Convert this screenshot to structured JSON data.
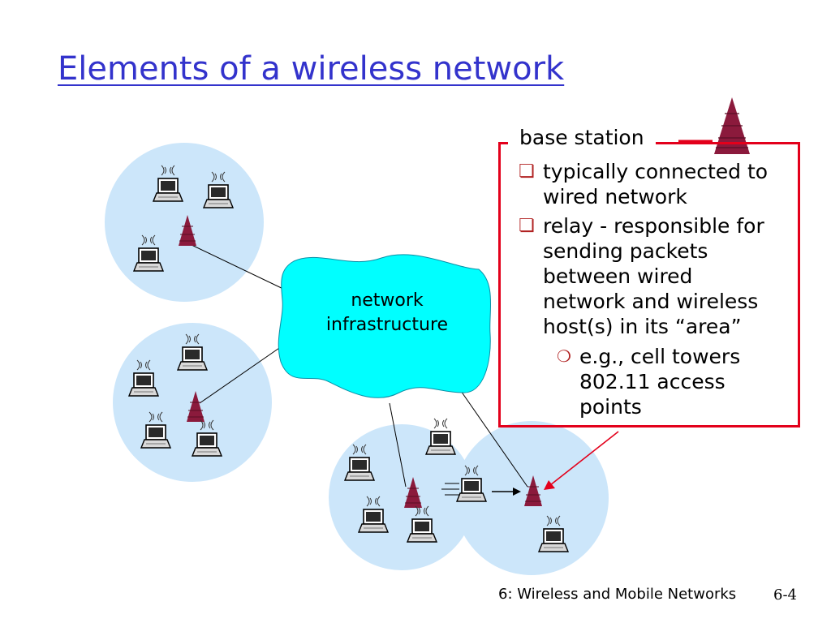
{
  "slide": {
    "title": "Elements of a wireless network",
    "footer": "6: Wireless and Mobile Networks",
    "page_number": "6-4"
  },
  "callout": {
    "heading": "base station",
    "bullets": [
      {
        "text": "typically connected to wired network"
      },
      {
        "text": "relay - responsible for sending packets between wired network and wireless host(s) in its “area”"
      }
    ],
    "sub_bullets": [
      {
        "text": "e.g., cell towers 802.11 access points"
      }
    ]
  },
  "diagram": {
    "cloud_label_line1": "network",
    "cloud_label_line2": "infrastructure"
  },
  "colors": {
    "title": "#3333cc",
    "coverage_area": "#cce6fa",
    "cloud": "#00ffff",
    "tower": "#8b1a3c",
    "callout_border": "#e3001b"
  }
}
